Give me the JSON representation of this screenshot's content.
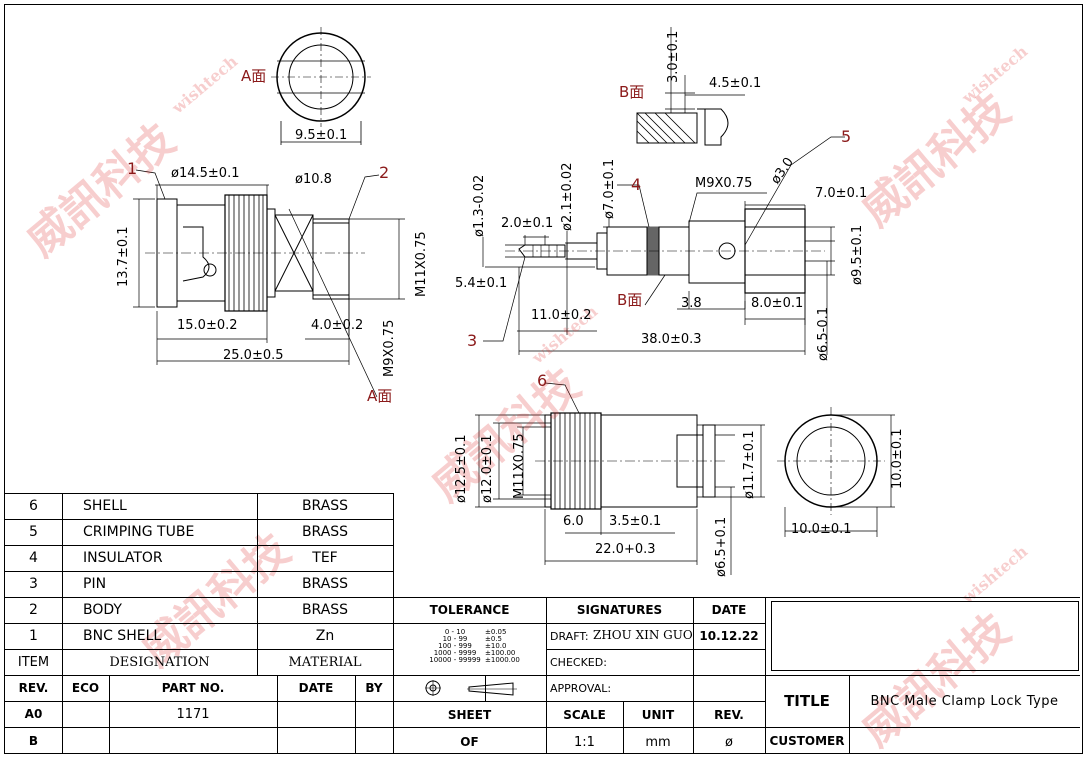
{
  "drawing": {
    "face_a_label": "A面",
    "face_b_label": "B面",
    "face_a_label_2": "A面",
    "face_b_label_2": "B面",
    "callouts": [
      "1",
      "2",
      "3",
      "4",
      "5",
      "6"
    ],
    "dims": {
      "d_top_width": "9.5±0.1",
      "d_dia145": "ø14.5±0.1",
      "d_dia108": "ø10.8",
      "d_h137": "13.7±0.1",
      "d_m11": "M11X0.75",
      "d_m9": "M9X0.75",
      "d_15": "15.0±0.2",
      "d_4": "4.0±0.2",
      "d_25": "25.0±0.5",
      "d_30": "3.0±0.1",
      "d_45": "4.5±0.1",
      "d_13": "ø1.3-0.02",
      "d_20": "2.0±0.1",
      "d_21": "ø2.1±0.02",
      "d_70": "ø7.0±0.1",
      "d_m9b": "M9X0.75",
      "d_dia30": "ø3.0",
      "d_7b": "7.0±0.1",
      "d_95": "ø9.5±0.1",
      "d_54": "5.4±0.1",
      "d_11": "11.0±0.2",
      "d_38": "3.8",
      "d_80": "8.0±0.1",
      "d_65": "ø6.5-0.1",
      "d_380": "38.0±0.3",
      "d_125": "ø12.5±0.1",
      "d_120": "ø12.0±0.1",
      "d_m11b": "M11X0.75",
      "d_117": "ø11.7±0.1",
      "d_60": "6.0",
      "d_35": "3.5±0.1",
      "d_220": "22.0+0.3",
      "d_65b": "ø6.5+0.1",
      "d_100v": "10.0±0.1",
      "d_100h": "10.0±0.1"
    }
  },
  "bom": [
    {
      "item": "6",
      "designation": "SHELL",
      "material": "BRASS"
    },
    {
      "item": "5",
      "designation": "CRIMPING TUBE",
      "material": "BRASS"
    },
    {
      "item": "4",
      "designation": "INSULATOR",
      "material": "TEF"
    },
    {
      "item": "3",
      "designation": "PIN",
      "material": "BRASS"
    },
    {
      "item": "2",
      "designation": "BODY",
      "material": "BRASS"
    },
    {
      "item": "1",
      "designation": "BNC SHELL",
      "material": "Zn"
    }
  ],
  "bom_header": {
    "item": "ITEM",
    "designation": "DESIGNATION",
    "material": "MATERIAL"
  },
  "rev": {
    "headers": [
      "REV.",
      "ECO",
      "PART NO.",
      "DATE",
      "BY"
    ],
    "rows": [
      {
        "rev": "A0",
        "eco": "",
        "part": "1171",
        "date": "",
        "by": ""
      },
      {
        "rev": "B",
        "eco": "",
        "part": "",
        "date": "",
        "by": ""
      }
    ]
  },
  "tolerance": {
    "title": "TOLERANCE",
    "ranges": [
      "0 - 10",
      "10 - 99",
      "100 - 999",
      "1000 - 9999",
      "10000 - 99999"
    ],
    "values": [
      "±0.05",
      "±0.5",
      "±10.0",
      "±100.00",
      "±1000.00"
    ]
  },
  "signatures": {
    "title": "SIGNATURES",
    "date_title": "DATE",
    "draft_label": "DRAFT:",
    "draft_name": "ZHOU XIN GUO",
    "draft_date": "10.12.22",
    "checked": "CHECKED:",
    "approval": "APPROVAL:"
  },
  "footer": {
    "sheet": "SHEET",
    "of": "OF",
    "scale_label": "SCALE",
    "scale": "1:1",
    "unit_label": "UNIT",
    "unit": "mm",
    "rev_label": "REV.",
    "rev": "ø",
    "title_label": "TITLE",
    "title": "BNC Male Clamp Lock Type",
    "customer_label": "CUSTOMER"
  },
  "watermark": {
    "text": "威訊科技",
    "sub": "wishtech"
  }
}
